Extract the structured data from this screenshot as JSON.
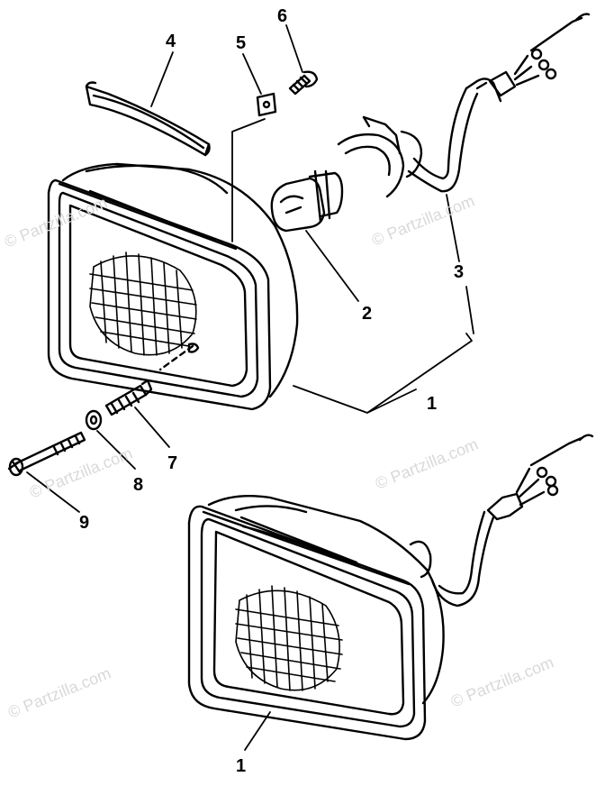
{
  "callouts": {
    "headlight_upper": "1",
    "bulb": "2",
    "socket_harness": "3",
    "trim_strip": "4",
    "clip_nut": "5",
    "screw_small": "6",
    "screw_adjust": "7",
    "washer": "8",
    "bolt": "9",
    "headlight_lower": "1"
  },
  "watermark": "© Partzilla.com"
}
